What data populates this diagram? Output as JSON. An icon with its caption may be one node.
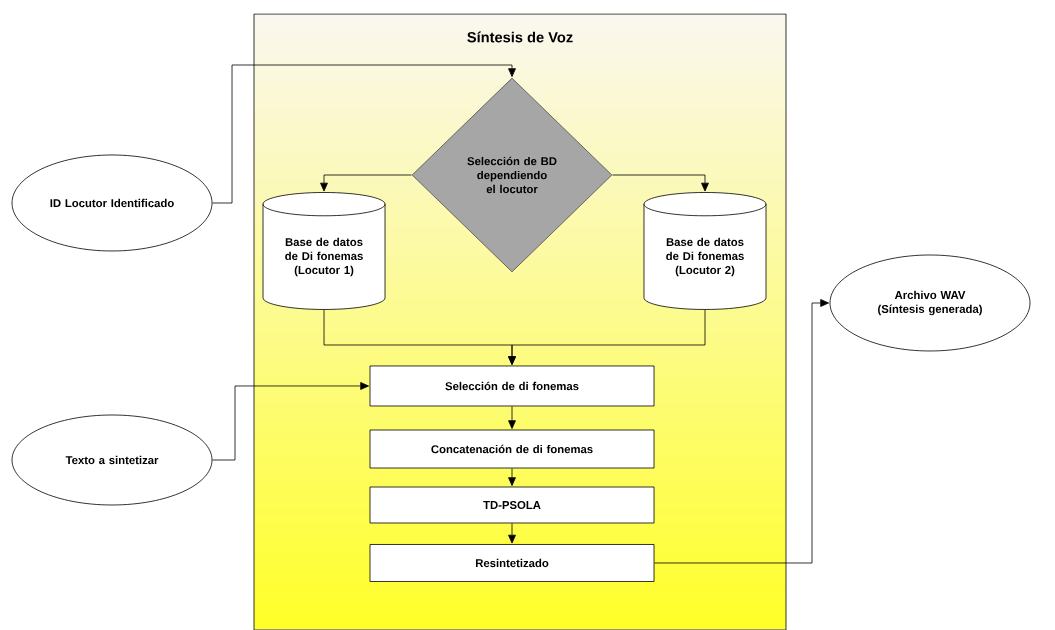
{
  "diagram": {
    "nodes": [
      {
        "text": [
          "Síntesis de Voz"
        ]
      },
      {
        "text": [
          "ID Locutor Identificado"
        ]
      },
      {
        "text": [
          "Selección de BD dependiendo el locutor"
        ],
        "in": 0
      },
      {
        "text": [
          "Base de datos de Di fonemas (Locutor 1)"
        ],
        "in": 0
      },
      {
        "text": [
          "Base de datos de Di fonemas (Locutor 2)"
        ],
        "in": 0
      },
      {
        "text": [
          "Archivo WAV (Síntesis generada)"
        ]
      },
      {
        "text": [
          "Selección de di fonemas"
        ],
        "in": 0
      },
      {
        "text": [
          "Texto a sintetizar"
        ]
      },
      {
        "text": [
          "Concatenación de di fonemas"
        ],
        "in": 0
      },
      {
        "text": [
          "TD-PSOLA"
        ],
        "in": 0
      },
      {
        "text": [
          "Resintetizado"
        ],
        "in": 0
      }
    ],
    "edges": [
      {
        "from": 1,
        "to": 2,
        "arrow": "to"
      },
      {
        "from": 2,
        "to": 3,
        "arrow": "to"
      },
      {
        "from": 2,
        "to": 4,
        "arrow": "to"
      },
      {
        "from": 3,
        "to": 6,
        "arrow": "to"
      },
      {
        "from": 4,
        "to": 6,
        "arrow": "to"
      },
      {
        "from": 7,
        "to": 6,
        "arrow": "to"
      },
      {
        "from": 6,
        "to": 8,
        "arrow": "to"
      },
      {
        "from": 8,
        "to": 9,
        "arrow": "to"
      },
      {
        "from": 9,
        "to": 10,
        "arrow": "to"
      },
      {
        "from": 10,
        "to": 5,
        "arrow": "to"
      }
    ]
  }
}
